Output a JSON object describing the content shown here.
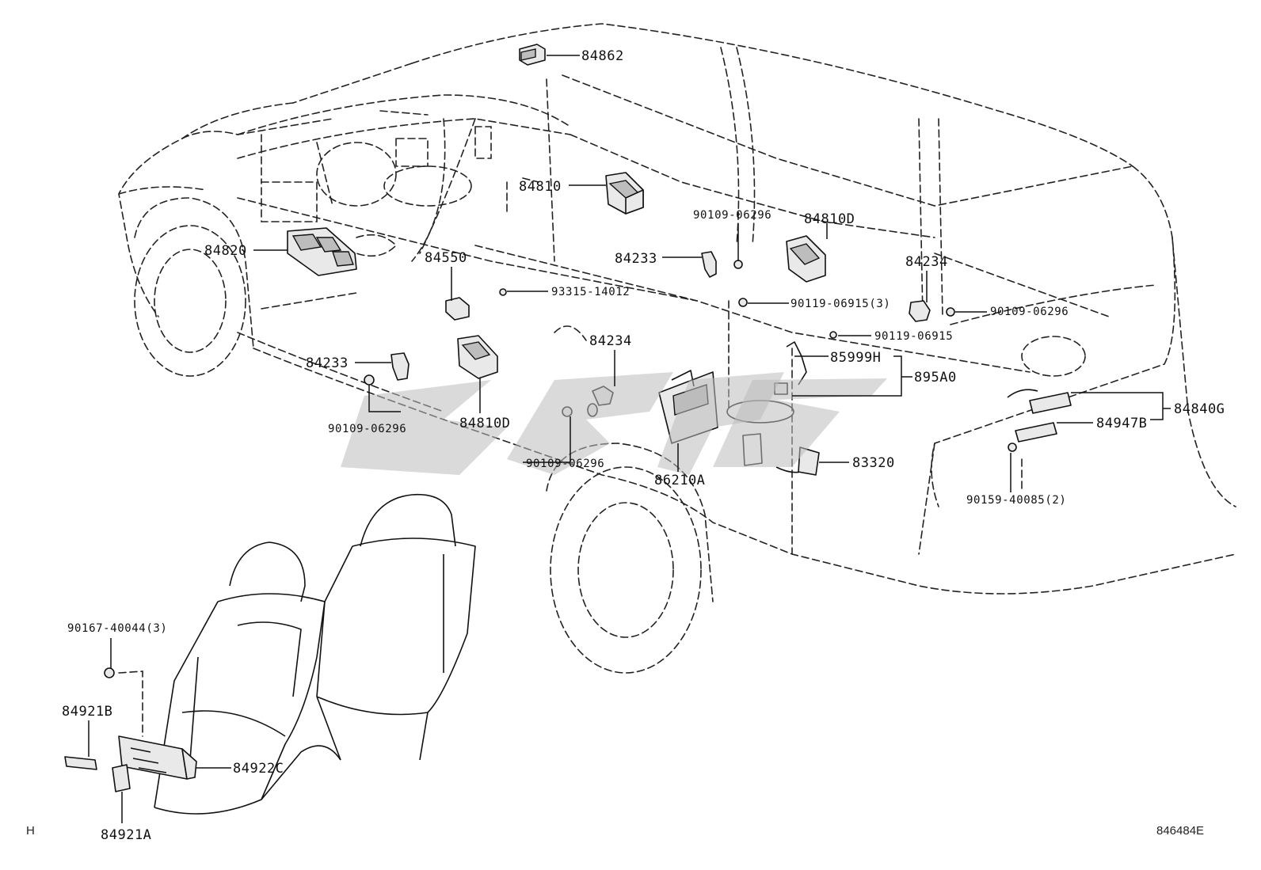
{
  "parts": {
    "p84862": "84862",
    "p84810_top": "84810",
    "p90109_06296_a": "90109-06296",
    "p84810D_right": "84810D",
    "p84820": "84820",
    "p84550": "84550",
    "p84233_mid": "84233",
    "p84234_right": "84234",
    "p93315_14012": "93315-14012",
    "p90119_06915_3": "90119-06915(3)",
    "p90109_06296_b": "90109-06296",
    "p90119_06915": "90119-06915",
    "p84234_mid": "84234",
    "p84233_left": "84233",
    "p85999H": "85999H",
    "p895A0": "895A0",
    "p84840G": "84840G",
    "p84947B": "84947B",
    "p90109_06296_c": "90109-06296",
    "p84810D_left": "84810D",
    "p90109_06296_d": "90109-06296",
    "p83320": "83320",
    "p86210A": "86210A",
    "p90159_40085_2": "90159-40085(2)",
    "p90167_40044_3": "90167-40044(3)",
    "p84921B": "84921B",
    "p84922C": "84922C",
    "p84921A": "84921A"
  },
  "corner_left": "H",
  "corner_right": "846484E"
}
